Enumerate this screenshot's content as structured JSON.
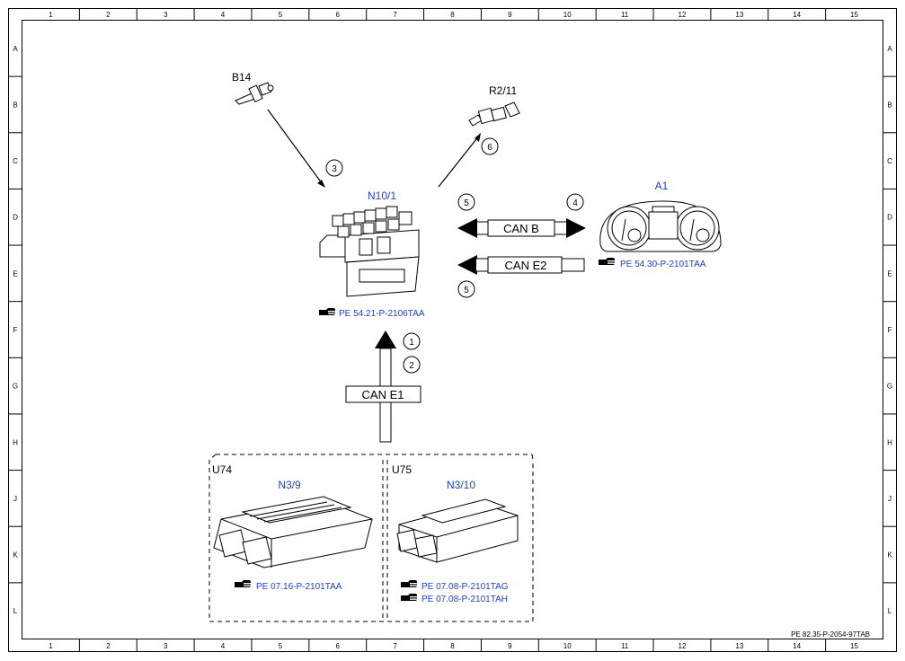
{
  "frame": {
    "columns": [
      "1",
      "2",
      "3",
      "4",
      "5",
      "6",
      "7",
      "8",
      "9",
      "10",
      "11",
      "12",
      "13",
      "14",
      "15"
    ],
    "rows": [
      "A",
      "B",
      "C",
      "D",
      "E",
      "F",
      "G",
      "H",
      "J",
      "K",
      "L"
    ],
    "footer_code": "PE 82.35-P-2054-97TAB"
  },
  "components": {
    "b14": {
      "label": "B14"
    },
    "r2_11": {
      "label": "R2/11"
    },
    "n10_1": {
      "label": "N10/1",
      "ref": "PE 54.21-P-2106TAA"
    },
    "a1": {
      "label": "A1",
      "ref": "PE 54.30-P-2101TAA"
    },
    "u74": {
      "group": "U74",
      "label": "N3/9",
      "ref": "PE 07.16-P-2101TAA"
    },
    "u75": {
      "group": "U75",
      "label": "N3/10",
      "refs": [
        "PE 07.08-P-2101TAG",
        "PE 07.08-P-2101TAH"
      ]
    }
  },
  "buses": {
    "can_b": "CAN B",
    "can_e2": "CAN E2",
    "can_e1": "CAN E1"
  },
  "signals": {
    "s1": "1",
    "s2": "2",
    "s3": "3",
    "s4": "4",
    "s5a": "5",
    "s5b": "5",
    "s6": "6"
  },
  "colors": {
    "label_blue": "#1e3fd0",
    "line": "#000000"
  }
}
